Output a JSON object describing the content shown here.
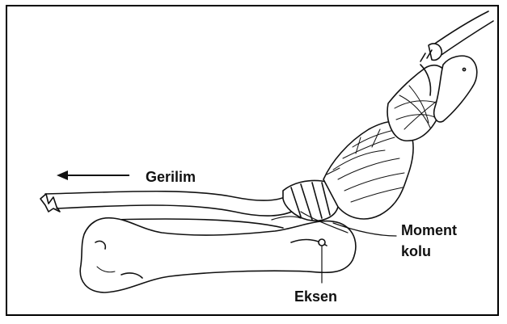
{
  "labels": {
    "tension": "Gerilim",
    "moment_arm_line1": "Moment",
    "moment_arm_line2": "kolu",
    "axis": "Eksen"
  },
  "colors": {
    "ink": "#111111",
    "border": "#000000",
    "background": "#ffffff"
  }
}
